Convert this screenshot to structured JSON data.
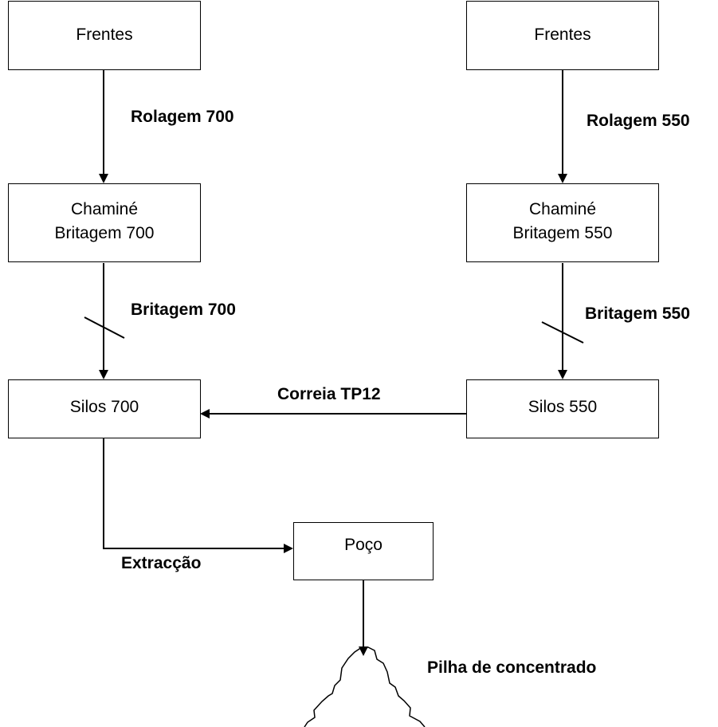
{
  "nodes": {
    "frentes_left": "Frentes",
    "frentes_right": "Frentes",
    "chamine_700": [
      "Chaminé",
      "Britagem 700"
    ],
    "chamine_550": [
      "Chaminé",
      "Britagem 550"
    ],
    "silos_700": "Silos 700",
    "silos_550": "Silos 550",
    "poco": "Poço"
  },
  "edges": {
    "rolagem_700": "Rolagem 700",
    "rolagem_550": "Rolagem 550",
    "britagem_700": "Britagem 700",
    "britagem_550": "Britagem 550",
    "correia": "Correia TP12",
    "extraccao": "Extracção",
    "pilha": "Pilha de concentrado"
  }
}
